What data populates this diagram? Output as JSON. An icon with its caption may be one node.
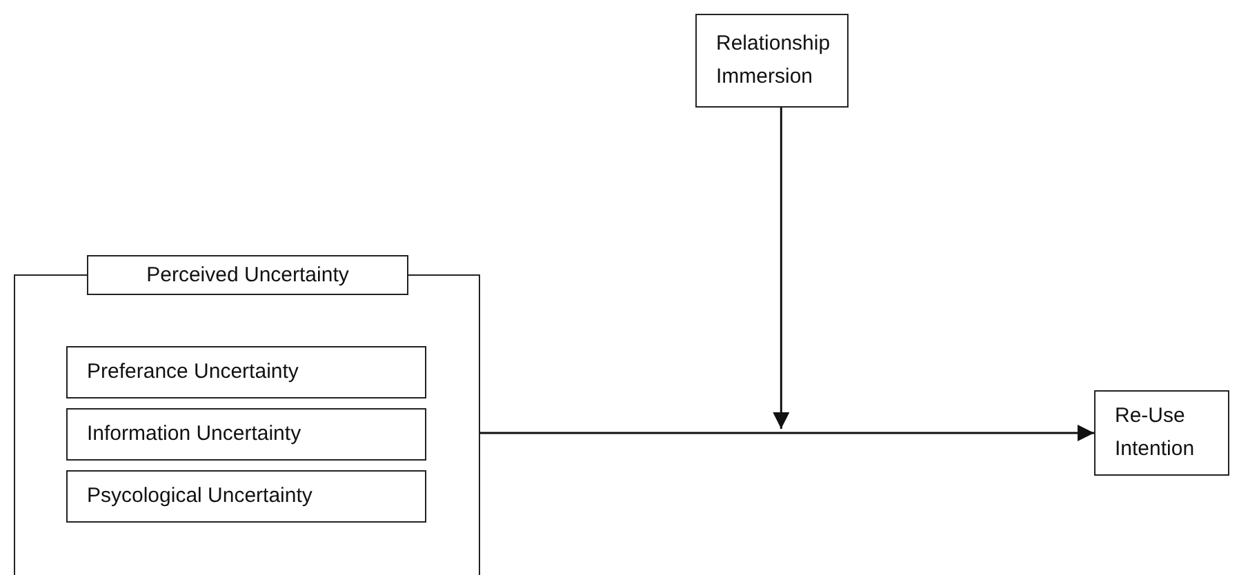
{
  "diagram": {
    "nodes": [
      {
        "text": [
          "Perceived Uncertainty"
        ]
      },
      {
        "text": [
          "Preferance Uncertainty"
        ],
        "in": 0
      },
      {
        "text": [
          "Information Uncertainty"
        ],
        "in": 0
      },
      {
        "text": [
          "Psycological Uncertainty"
        ],
        "in": 0
      },
      {
        "text": [
          "Relationship Immersion"
        ]
      },
      {
        "text": [
          "Re-Use Intention"
        ]
      }
    ],
    "edges": [
      {
        "from": 0,
        "to": 5,
        "arrow": "to"
      },
      {
        "from": 4,
        "to": null,
        "arrow": "to"
      }
    ]
  }
}
